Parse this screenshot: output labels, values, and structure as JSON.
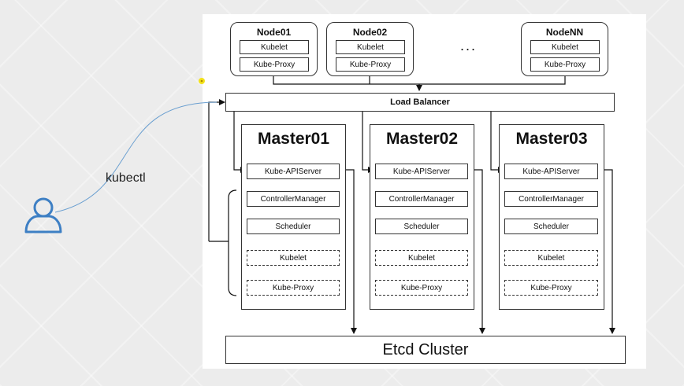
{
  "diagram": {
    "nodes": [
      {
        "title": "Node01",
        "components": [
          "Kubelet",
          "Kube-Proxy"
        ]
      },
      {
        "title": "Node02",
        "components": [
          "Kubelet",
          "Kube-Proxy"
        ]
      },
      {
        "title": "NodeNN",
        "components": [
          "Kubelet",
          "Kube-Proxy"
        ]
      }
    ],
    "ellipsis": "...",
    "load_balancer": "Load Balancer",
    "masters": [
      {
        "title": "Master01",
        "components": [
          "Kube-APIServer",
          "ControllerManager",
          "Scheduler",
          "Kubelet",
          "Kube-Proxy"
        ]
      },
      {
        "title": "Master02",
        "components": [
          "Kube-APIServer",
          "ControllerManager",
          "Scheduler",
          "Kubelet",
          "Kube-Proxy"
        ]
      },
      {
        "title": "Master03",
        "components": [
          "Kube-APIServer",
          "ControllerManager",
          "Scheduler",
          "Kubelet",
          "Kube-Proxy"
        ]
      }
    ],
    "etcd": "Etcd Cluster",
    "client_label": "kubectl"
  },
  "colors": {
    "user_icon": "#3d7fc4",
    "curve": "#6a9fd0",
    "cursor_dot": "#f3e21a"
  }
}
